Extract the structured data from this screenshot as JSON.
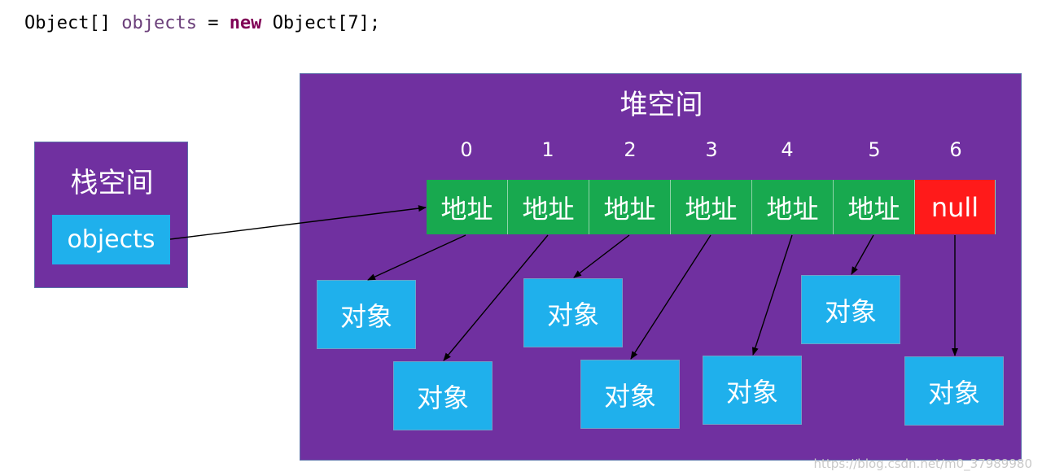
{
  "code_line": {
    "type": "Object[]",
    "var": "objects",
    "eq": "=",
    "kw": "new",
    "expr": "Object[7];"
  },
  "heap": {
    "title": "堆空间"
  },
  "stack": {
    "title": "栈空间",
    "variable": "objects"
  },
  "array": {
    "indices": [
      "0",
      "1",
      "2",
      "3",
      "4",
      "5",
      "6"
    ],
    "cells": [
      "地址",
      "地址",
      "地址",
      "地址",
      "地址",
      "地址",
      "null"
    ]
  },
  "objects": [
    "对象",
    "对象",
    "对象",
    "对象",
    "对象",
    "对象",
    "对象"
  ],
  "watermark": "https://blog.csdn.net/m0_37989980",
  "colors": {
    "heap_bg": "#7030a0",
    "cell_green": "#18a94f",
    "cell_null": "#ff1a1a",
    "object_blue": "#1fb0ec"
  }
}
